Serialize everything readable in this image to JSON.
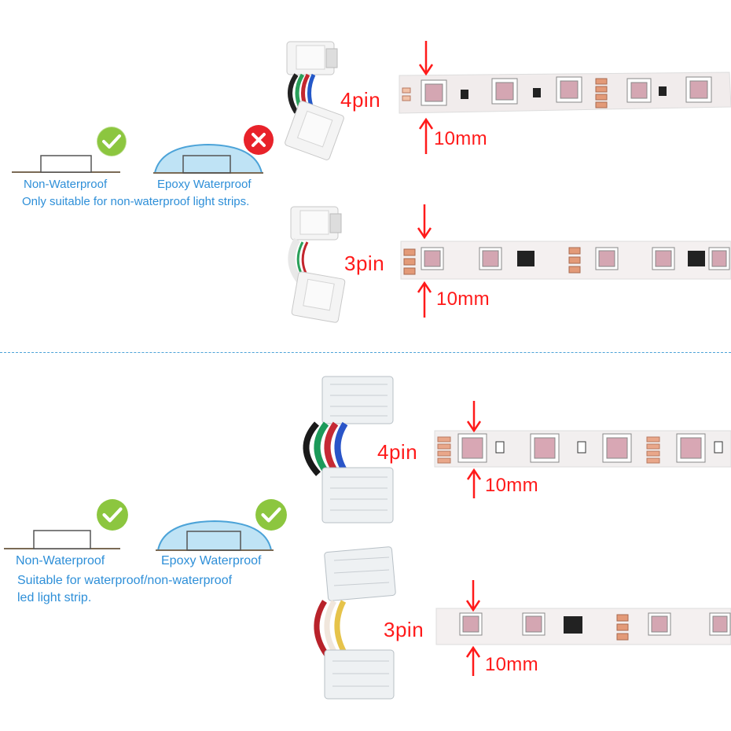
{
  "top": {
    "non_waterproof_label": "Non-Waterproof",
    "epoxy_label": "Epoxy Waterproof",
    "note": "Only suitable for non-waterproof light strips.",
    "rows": [
      {
        "pin": "4pin",
        "width": "10mm"
      },
      {
        "pin": "3pin",
        "width": "10mm"
      }
    ]
  },
  "bottom": {
    "non_waterproof_label": "Non-Waterproof",
    "epoxy_label": "Epoxy Waterproof",
    "note_line1": "Suitable for waterproof/non-waterproof",
    "note_line2": "led light strip.",
    "rows": [
      {
        "pin": "4pin",
        "width": "10mm"
      },
      {
        "pin": "3pin",
        "width": "10mm"
      }
    ]
  },
  "colors": {
    "accent_red": "#ff1a1a",
    "text_blue": "#2e8fd8",
    "check_green": "#8cc63f",
    "cross_red": "#e8222a",
    "dome_blue": "#bfe3f5"
  }
}
